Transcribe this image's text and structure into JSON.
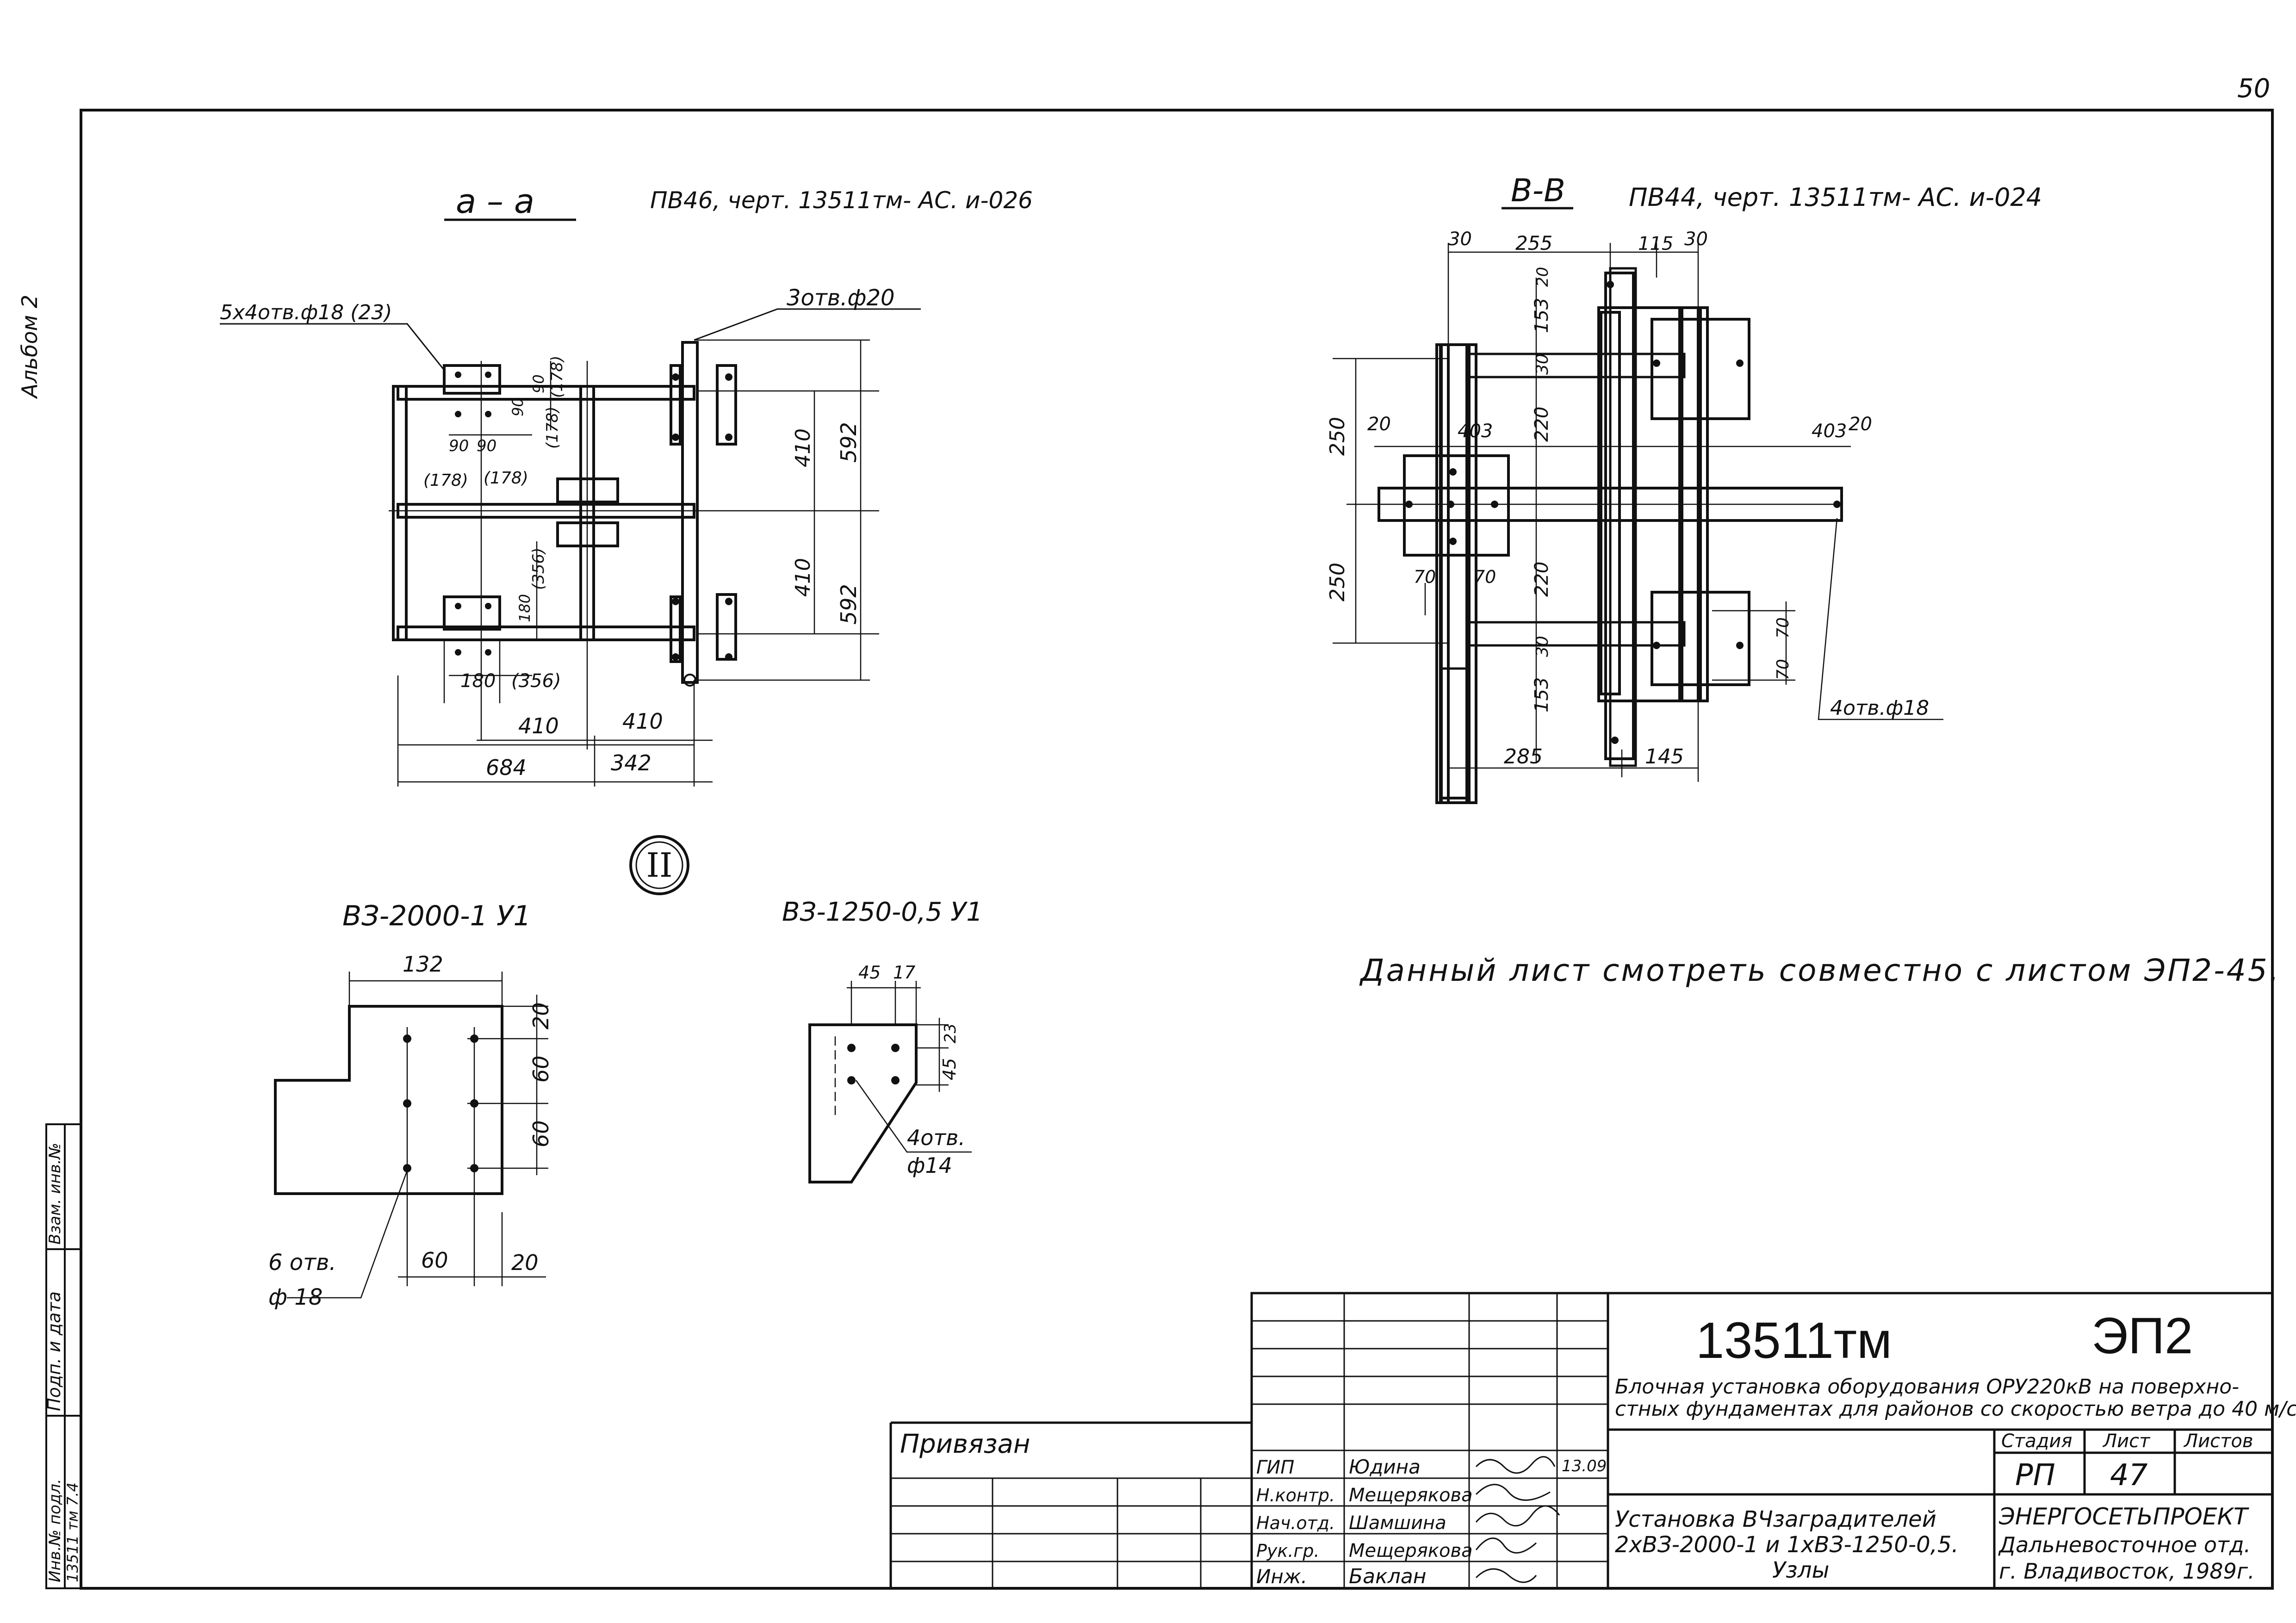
{
  "page_number": "50",
  "album_label": "Альбом 2",
  "section_a": {
    "title": "а – а",
    "ref": "ПВ46, черт. 13511тм- АС. и-026",
    "holes_note": "5х4отв.ф18 (23)",
    "holes_note2": "3отв.ф20",
    "dims": {
      "d410a": "410",
      "d592a": "592",
      "d410b": "410",
      "d592b": "592",
      "d410h1": "410",
      "d410h2": "410",
      "d684": "684",
      "d342": "342",
      "d90a": "90",
      "d90b": "90",
      "d178a": "(178)",
      "d178b": "(178)",
      "d90c": "90",
      "d90d": "90",
      "d178c": "(178)",
      "d178d": "(178)",
      "d180": "180",
      "d356a": "(356)",
      "d180v": "180",
      "d356b": "(356)"
    }
  },
  "section_b": {
    "title": "В-В",
    "ref": "ПВ44, черт. 13511тм- АС. и-024",
    "holes_note": "4отв.ф18",
    "dims": {
      "d30a": "30",
      "d255": "255",
      "d115": "115",
      "d30b": "30",
      "d20a": "20",
      "d153a": "153",
      "d30c": "30",
      "d220a": "220",
      "d250a": "250",
      "d20b": "20",
      "d403a": "403",
      "d403b": "403",
      "d20c": "20",
      "d220b": "220",
      "d250b": "250",
      "d70a": "70",
      "d70b": "70",
      "d30d": "30",
      "d70c": "70",
      "d70d": "70",
      "d153b": "153",
      "d285": "285",
      "d145": "145"
    }
  },
  "node_marker": "II",
  "detail_1": {
    "title": "ВЗ-2000-1 У1",
    "holes_note": "6 отв.",
    "holes_dia": "ф 18",
    "dims": {
      "d132": "132",
      "d20a": "20",
      "d60a": "60",
      "d60b": "60",
      "d60c": "60",
      "d20b": "20"
    }
  },
  "detail_2": {
    "title": "ВЗ-1250-0,5 У1",
    "holes_note": "4отв.",
    "holes_dia": "ф14",
    "dims": {
      "d45a": "45",
      "d17": "17",
      "d23": "23",
      "d45b": "45"
    }
  },
  "note": "Данный лист смотреть совместно с листом ЭП2-45.",
  "side_stamp": {
    "inv_podl": "Инв.№ подл.",
    "inv_val": "13511 тм 7.4",
    "podp_data": "Подп. и дата",
    "vzam": "Взам. инв.№"
  },
  "title_block": {
    "doc_code": "13511тм",
    "sheet_code": "ЭП2",
    "project_title": "Блочная установка оборудования ОРУ220кВ на поверхностных фундаментах для районов со скоростью ветра до 40 м/с",
    "project_title_l1": "Блочная установка оборудования ОРУ220кВ на поверхно-",
    "project_title_l2": "стных фундаментах для районов со скоростью ветра до 40 м/с",
    "privyazan": "Привязан",
    "stage_label": "Стадия",
    "sheet_label": "Лист",
    "sheets_label": "Листов",
    "stage": "РП",
    "sheet": "47",
    "drawing_title_l1": "Установка ВЧзаградителей",
    "drawing_title_l2": "2хВЗ-2000-1 и  1хВЗ-1250-0,5.",
    "drawing_title_l3": "Узлы",
    "org_l1": "ЭНЕРГОСЕТЬПРОЕКТ",
    "org_l2": "Дальневосточное отд.",
    "org_l3": "г. Владивосток, 1989г.",
    "date": "13.09",
    "roles": [
      {
        "role": "ГИП",
        "name": "Юдина"
      },
      {
        "role": "Н.контр.",
        "name": "Мещерякова"
      },
      {
        "role": "Нач.отд.",
        "name": "Шамшина"
      },
      {
        "role": "Рук.гр.",
        "name": "Мещерякова"
      },
      {
        "role": "Инж.",
        "name": "Баклан"
      }
    ]
  }
}
